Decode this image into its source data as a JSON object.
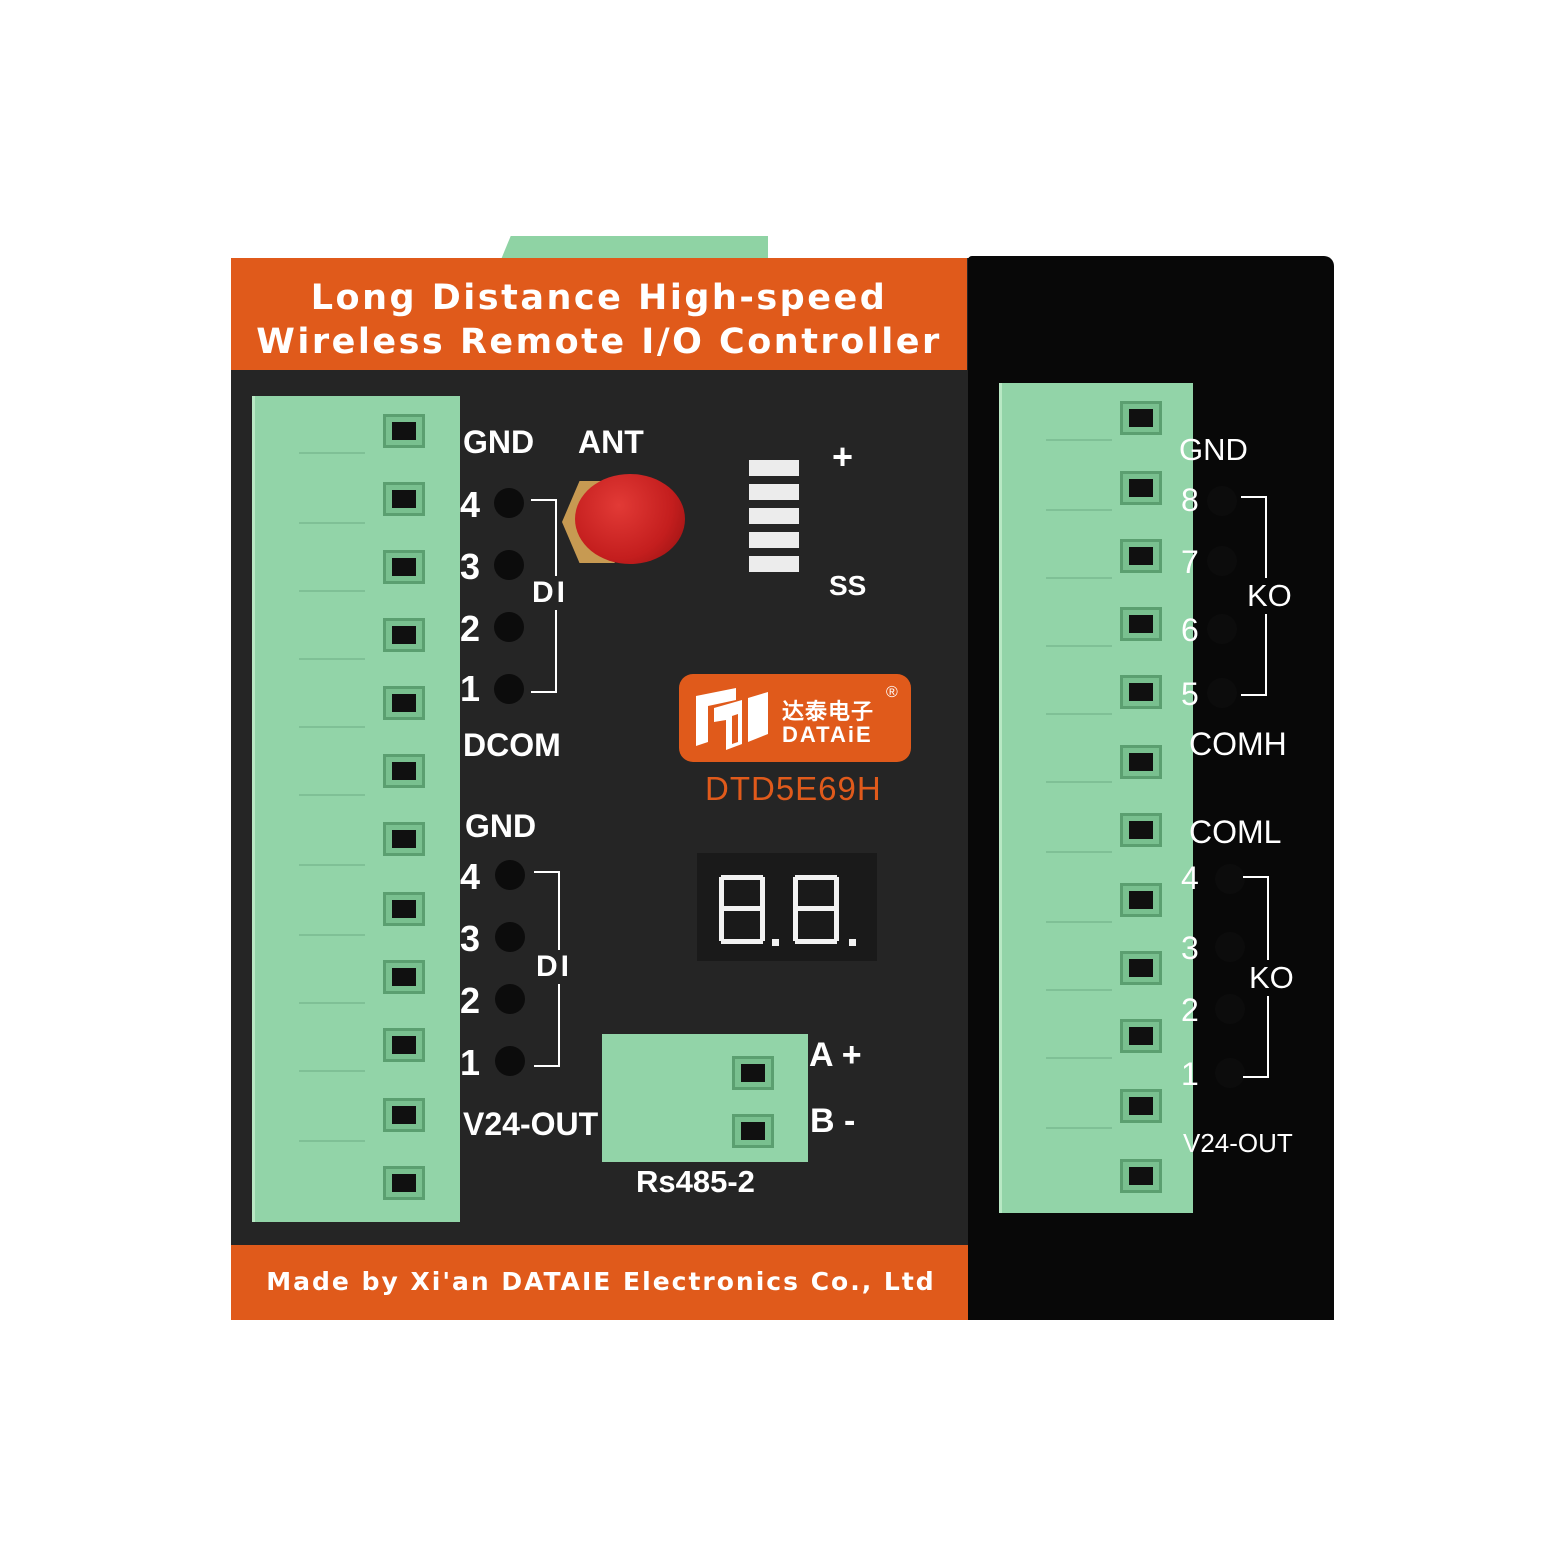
{
  "header": {
    "line1": "Long Distance High-speed",
    "line2": "Wireless Remote I/O Controller"
  },
  "footer": {
    "text": "Made by Xi'an DATAIE Electronics Co., Ltd"
  },
  "left_panel": {
    "upper": {
      "gnd": "GND",
      "ant": "ANT",
      "n4": "4",
      "n3": "3",
      "n2": "2",
      "n1": "1",
      "di": "DI",
      "dcom": "DCOM"
    },
    "lower": {
      "gnd": "GND",
      "n4": "4",
      "n3": "3",
      "n2": "2",
      "n1": "1",
      "di": "DI",
      "v24": "V24-OUT"
    }
  },
  "signal": {
    "plus": "+",
    "ss": "SS"
  },
  "logo": {
    "cn": "达泰电子",
    "en": "DATAiE",
    "reg": "®"
  },
  "model": "DTD5E69H",
  "rs485": {
    "a": "A +",
    "b": "B -",
    "name": "Rs485-2"
  },
  "right_panel": {
    "gnd": "GND",
    "n8": "8",
    "n7": "7",
    "n6": "6",
    "n5": "5",
    "ko_upper": "KO",
    "comh": "COMH",
    "coml": "COML",
    "n4": "4",
    "n3": "3",
    "n2": "2",
    "n1": "1",
    "ko_lower": "KO",
    "v24": "V24-OUT"
  },
  "colors": {
    "accent_orange": "#e05a1b",
    "terminal_green": "#92d4a8",
    "panel_dark": "#252525"
  }
}
